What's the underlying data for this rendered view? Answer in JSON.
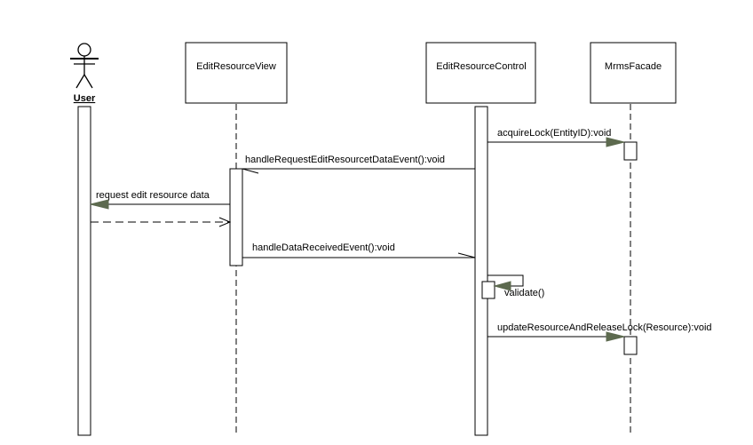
{
  "diagram": {
    "type": "sequence",
    "actor": {
      "label": "User"
    },
    "participants": [
      {
        "id": "view",
        "label": "EditResourceView"
      },
      {
        "id": "control",
        "label": "EditResourceControl"
      },
      {
        "id": "facade",
        "label": "MrmsFacade"
      }
    ],
    "messages": [
      {
        "from": "control",
        "to": "facade",
        "label": "acquireLock(EntityID):void",
        "kind": "sync"
      },
      {
        "from": "control",
        "to": "view",
        "label": "handleRequestEditResourcetDataEvent():void",
        "kind": "async"
      },
      {
        "from": "view",
        "to": "user",
        "label": "request edit resource data",
        "kind": "sync"
      },
      {
        "from": "user",
        "to": "view",
        "label": "",
        "kind": "return"
      },
      {
        "from": "view",
        "to": "control",
        "label": "handleDataReceivedEvent():void",
        "kind": "async"
      },
      {
        "from": "control",
        "to": "control",
        "label": "validate()",
        "kind": "self"
      },
      {
        "from": "control",
        "to": "facade",
        "label": "updateResourceAndReleaseLock(Resource):void",
        "kind": "sync"
      }
    ],
    "colors": {
      "line": "#000000",
      "arrowhead_fill": "#5d6a4f",
      "background": "#ffffff"
    }
  }
}
